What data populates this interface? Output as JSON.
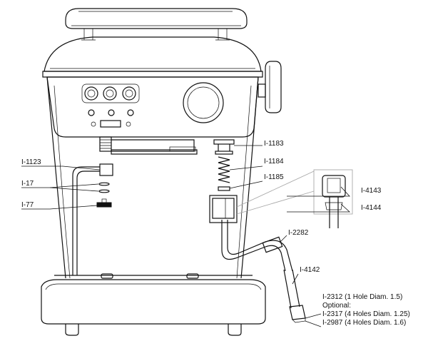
{
  "parts": {
    "p1123": "I-1123",
    "p17": "I-17",
    "p77": "I-77",
    "p1183": "I-1183",
    "p1184": "I-1184",
    "p1185": "I-1185",
    "p4143": "I-4143",
    "p4144": "I-4144",
    "p2282": "I-2282",
    "p4142": "I-4142"
  },
  "note": {
    "line1": "I-2312 (1 Hole Diam. 1.5)",
    "line2": "Optional:",
    "line3": "I-2317 (4 Holes Diam. 1.25)",
    "line4": "I-2987 (4 Holes Diam. 1.6)"
  },
  "colors": {
    "line": "#111111",
    "callout_box": "#a8a8a8",
    "background": "#ffffff"
  }
}
